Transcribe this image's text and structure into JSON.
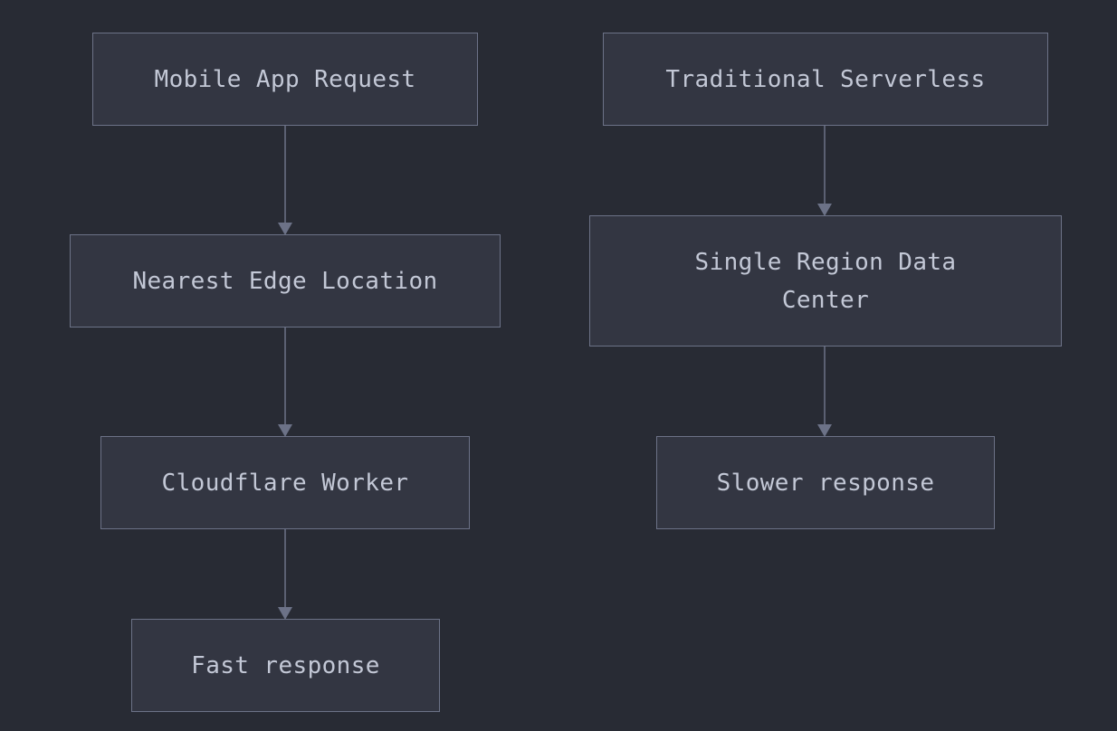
{
  "diagram": {
    "nodes": {
      "mobile_app_request": "Mobile App Request",
      "nearest_edge_location": "Nearest Edge Location",
      "cloudflare_worker": "Cloudflare Worker",
      "fast_response": "Fast response",
      "traditional_serverless": "Traditional Serverless",
      "single_region_data_center": "Single Region Data\nCenter",
      "slower_response": "Slower response"
    },
    "edges": [
      {
        "from": "mobile_app_request",
        "to": "nearest_edge_location"
      },
      {
        "from": "nearest_edge_location",
        "to": "cloudflare_worker"
      },
      {
        "from": "cloudflare_worker",
        "to": "fast_response"
      },
      {
        "from": "traditional_serverless",
        "to": "single_region_data_center"
      },
      {
        "from": "single_region_data_center",
        "to": "slower_response"
      }
    ],
    "colors": {
      "background": "#282b34",
      "node_fill": "#333642",
      "node_border": "#6c7287",
      "text": "#c3c8d6",
      "edge": "#6c7287"
    }
  }
}
